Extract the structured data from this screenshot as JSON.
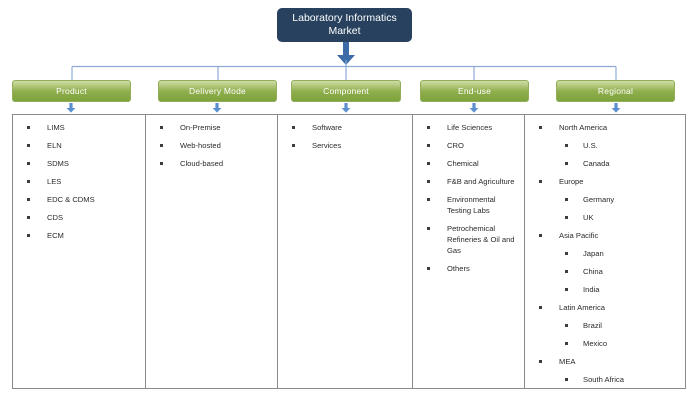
{
  "diagram": {
    "root": {
      "label": "Laboratory Informatics Market",
      "color": "#27415f"
    },
    "connector_color": "#8eabd4",
    "arrow_color": "#3b6ca8",
    "header_color_top": "#cfdda6",
    "header_color_bottom": "#7da33c",
    "border_color": "#8a8a8a",
    "columns": [
      {
        "header": "Product",
        "items": [
          {
            "label": "LIMS",
            "children": []
          },
          {
            "label": "ELN",
            "children": []
          },
          {
            "label": "SDMS",
            "children": []
          },
          {
            "label": "LES",
            "children": []
          },
          {
            "label": "EDC & CDMS",
            "children": []
          },
          {
            "label": "CDS",
            "children": []
          },
          {
            "label": "ECM",
            "children": []
          }
        ]
      },
      {
        "header": "Delivery Mode",
        "items": [
          {
            "label": "On-Premise",
            "children": []
          },
          {
            "label": "Web-hosted",
            "children": []
          },
          {
            "label": "Cloud-based",
            "children": []
          }
        ]
      },
      {
        "header": "Component",
        "items": [
          {
            "label": "Software",
            "children": []
          },
          {
            "label": "Services",
            "children": []
          }
        ]
      },
      {
        "header": "End-use",
        "items": [
          {
            "label": "Life Sciences",
            "children": []
          },
          {
            "label": "CRO",
            "children": []
          },
          {
            "label": "Chemical",
            "children": []
          },
          {
            "label": "F&B and Agriculture",
            "children": []
          },
          {
            "label": "Environmental Testing Labs",
            "children": []
          },
          {
            "label": "Petrochemical Refineries & Oil and Gas",
            "children": []
          },
          {
            "label": "Others",
            "children": []
          }
        ]
      },
      {
        "header": "Regional",
        "items": [
          {
            "label": "North America",
            "children": [
              "U.S.",
              "Canada"
            ]
          },
          {
            "label": "Europe",
            "children": [
              "Germany",
              "UK"
            ]
          },
          {
            "label": "Asia Pacific",
            "children": [
              "Japan",
              "China",
              "India"
            ]
          },
          {
            "label": "Latin America",
            "children": [
              "Brazil",
              "Mexico"
            ]
          },
          {
            "label": "MEA",
            "children": [
              "South Africa"
            ]
          }
        ]
      }
    ]
  }
}
